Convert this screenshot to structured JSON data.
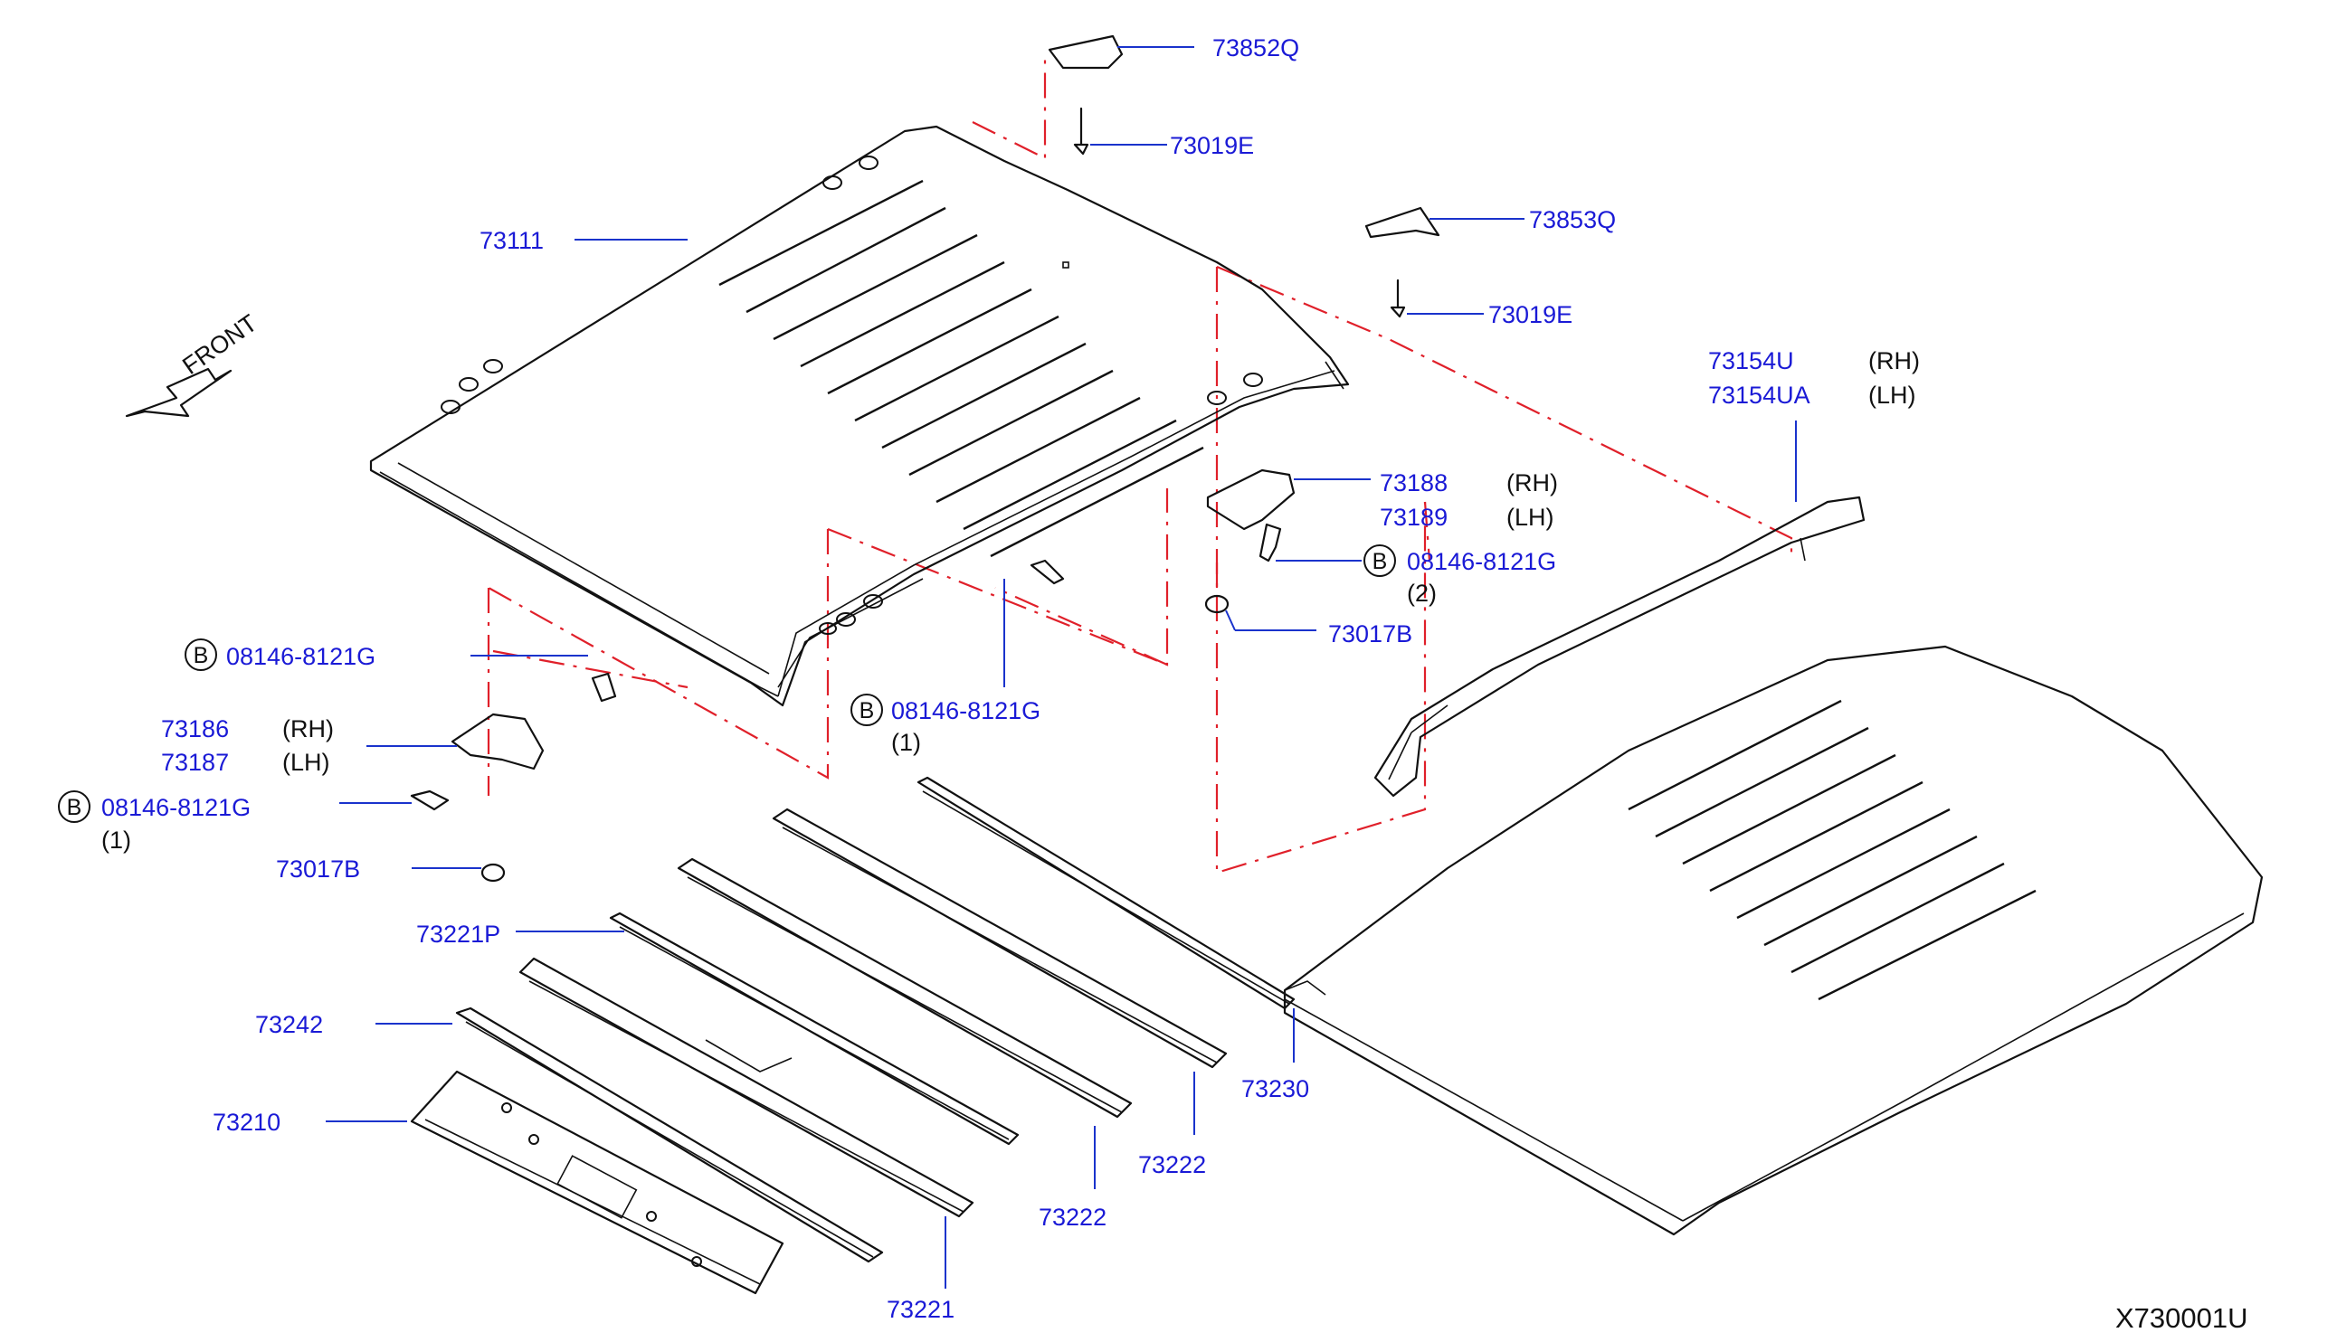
{
  "front_label": "FRONT",
  "diagram_code": "X730001U",
  "callouts": {
    "c73852q": "73852Q",
    "c73019e_a": "73019E",
    "c73853q": "73853Q",
    "c73019e_b": "73019E",
    "c73111": "73111",
    "c73154u": "73154U",
    "c73154u_side": "(RH)",
    "c73154ua": "73154UA",
    "c73154ua_side": "(LH)",
    "c73188": "73188",
    "c73188_side": "(RH)",
    "c73189": "73189",
    "c73189_side": "(LH)",
    "bolt_r": "08146-8121G",
    "bolt_r_qty": "(2)",
    "c73017b_r": "73017B",
    "bolt_l_top": "08146-8121G",
    "c73186": "73186",
    "c73186_side": "(RH)",
    "c73187": "73187",
    "c73187_side": "(LH)",
    "bolt_mid": "08146-8121G",
    "bolt_mid_qty": "(1)",
    "bolt_l": "08146-8121G",
    "bolt_l_qty": "(1)",
    "c73017b_l": "73017B",
    "c73221p": "73221P",
    "c73242": "73242",
    "c73210": "73210",
    "c73221": "73221",
    "c73222_a": "73222",
    "c73222_b": "73222",
    "c73230": "73230"
  },
  "circle_letters": {
    "bolt_r": "B",
    "bolt_l_top": "B",
    "bolt_mid": "B",
    "bolt_l": "B"
  },
  "colors": {
    "callout_text": "#1a1ad6",
    "leader_line": "#1a33cc",
    "phantom_line": "#e0202a",
    "part_outline": "#111111"
  }
}
